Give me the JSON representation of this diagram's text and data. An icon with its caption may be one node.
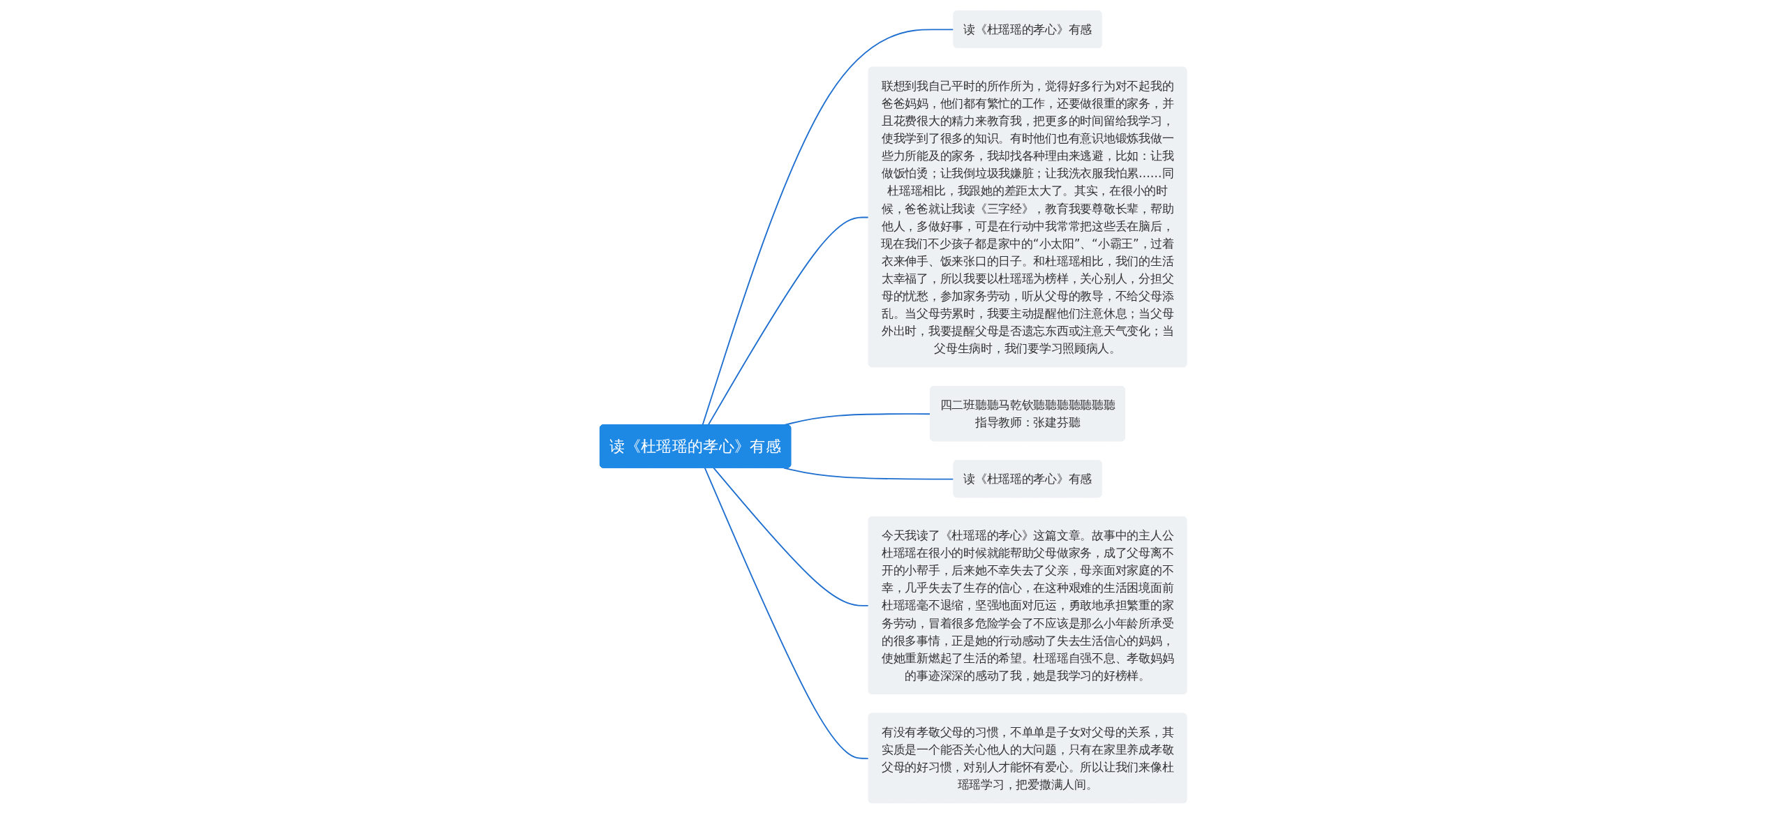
{
  "diagram": {
    "nodes": [
      {
        "text": [
          "读《杜瑶瑶的孝心》有感"
        ]
      },
      {
        "text": [
          "读《杜瑶瑶的孝心》有感"
        ]
      },
      {
        "text": [
          "联想到我自己平时的所作所为，觉得好多行为对不起我的爸爸妈妈，他们都有繁忙的工作，还要做很重的家务，并且花费很大的精力来教育我，把更多的时间留给我学习，使我学到了很多的知识。有时他们也有意识地锻炼我做一些力所能及的家务，我却找各种理由来逃避，比如：让我做饭怕烫；让我倒垃圾我嫌脏；让我洗衣服我怕累……同杜瑶瑶相比，我跟她的差距太大了。其实，在很小的时候，爸爸就让我读《三字经》，教育我要尊敬长辈，帮助他人，多做好事，可是在行动中我常常把这些丢在脑后，现在我们不少孩子都是家中的“小太阳”、“小霸王”，过着衣来伸手、饭来张口的日子。和杜瑶瑶相比，我们的生活太幸福了，所以我要以杜瑶瑶为榜样，关心别人，分担父母的忧愁，参加家务劳动，听从父母的教导，不给父母添乱。当父母劳累时，我要主动提醒他们注意休息；当父母外出时，我要提醒父母是否遗忘东西或注意天气变化；当父母生病时，我们要学习照顾病人。"
        ]
      },
      {
        "text": [
          "四二班聽聽马乾钦聽聽聽聽聽聽聽",
          "指导教师：张建芬聽"
        ]
      },
      {
        "text": [
          "读《杜瑶瑶的孝心》有感"
        ]
      },
      {
        "text": [
          "今天我读了《杜瑶瑶的孝心》这篇文章。故事中的主人公杜瑶瑶在很小的时候就能帮助父母做家务，成了父母离不开的小帮手，后来她不幸失去了父亲，母亲面对家庭的不幸，几乎失去了生存的信心，在这种艰难的生活困境面前杜瑶瑶毫不退缩，坚强地面对厄运，勇敢地承担繁重的家务劳动，冒着很多危险学会了不应该是那么小年龄所承受的很多事情，正是她的行动感动了失去生活信心的妈妈，使她重新燃起了生活的希望。杜瑶瑶自强不息、孝敬妈妈的事迹深深的感动了我，她是我学习的好榜样。"
        ]
      },
      {
        "text": [
          "有没有孝敬父母的习惯，不单单是子女对父母的关系，其实质是一个能否关心他人的大问题，只有在家里养成孝敬父母的好习惯，对别人才能怀有爱心。所以让我们来像杜瑶瑶学习，把爱撒满人间。"
        ]
      }
    ],
    "edges": [
      {
        "from": 0,
        "to": 1,
        "arrow": "none"
      },
      {
        "from": 0,
        "to": 2,
        "arrow": "none"
      },
      {
        "from": 0,
        "to": 3,
        "arrow": "none"
      },
      {
        "from": 0,
        "to": 4,
        "arrow": "none"
      },
      {
        "from": 0,
        "to": 5,
        "arrow": "none"
      },
      {
        "from": 0,
        "to": 6,
        "arrow": "none"
      }
    ]
  }
}
